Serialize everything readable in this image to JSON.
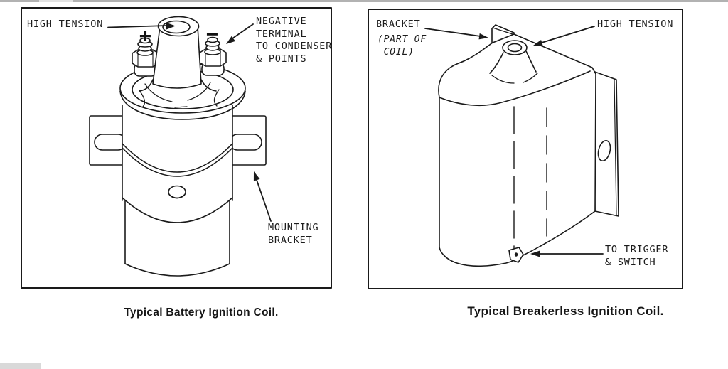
{
  "page": {
    "bg_color": "#ffffff",
    "line_color": "#1a1a1a",
    "top_strip_color": "#b2b2b2",
    "corner_mark_color": "#d9d9d9"
  },
  "left_panel": {
    "caption": "Typical Battery Ignition Coil.",
    "labels": {
      "high_tension": "HIGH TENSION",
      "plus": "+",
      "minus": "−",
      "negative_terminal": "NEGATIVE\nTERMINAL\nTO CONDENSER\n& POINTS",
      "mounting_bracket": "MOUNTING\nBRACKET"
    }
  },
  "right_panel": {
    "caption": "Typical Breakerless Ignition Coil.",
    "labels": {
      "bracket": "BRACKET",
      "bracket_note": "(PART OF\n COIL)",
      "high_tension": "HIGH TENSION",
      "to_trigger": "TO TRIGGER\n& SWITCH"
    }
  }
}
